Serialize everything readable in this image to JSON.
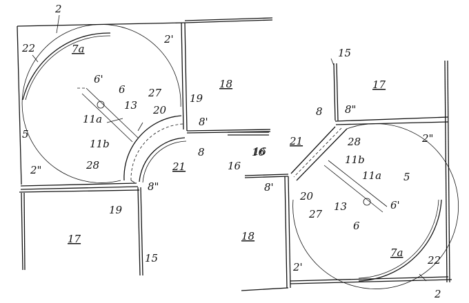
{
  "figure": {
    "type": "patent drawing",
    "views": [
      {
        "name": "left-view",
        "labels": {
          "ref_2": "2",
          "ref_22": "22",
          "ref_7a": "7a",
          "ref_2prime": "2'",
          "ref_6prime": "6'",
          "ref_6": "6",
          "ref_13": "13",
          "ref_11a": "11a",
          "ref_27": "27",
          "ref_20": "20",
          "ref_19_top": "19",
          "ref_18": "18",
          "ref_5": "5",
          "ref_11b": "11b",
          "ref_8prime": "8'",
          "ref_8": "8",
          "ref_16": "16",
          "ref_28": "28",
          "ref_21": "21",
          "ref_2dprime": "2\"",
          "ref_8dprime": "8\"",
          "ref_19_bottom": "19",
          "ref_17": "17",
          "ref_15": "15"
        }
      },
      {
        "name": "right-view",
        "labels": {
          "ref_15": "15",
          "ref_17": "17",
          "ref_8": "8",
          "ref_8dprime": "8\"",
          "ref_2dprime": "2\"",
          "ref_21": "21",
          "ref_28": "28",
          "ref_16_a": "16",
          "ref_16_b": "16",
          "ref_11b": "11b",
          "ref_8prime": "8'",
          "ref_11a": "11a",
          "ref_5": "5",
          "ref_20": "20",
          "ref_27": "27",
          "ref_13": "13",
          "ref_6prime": "6'",
          "ref_18": "18",
          "ref_6": "6",
          "ref_7a": "7a",
          "ref_2prime": "2'",
          "ref_22": "22",
          "ref_2": "2"
        }
      }
    ]
  }
}
